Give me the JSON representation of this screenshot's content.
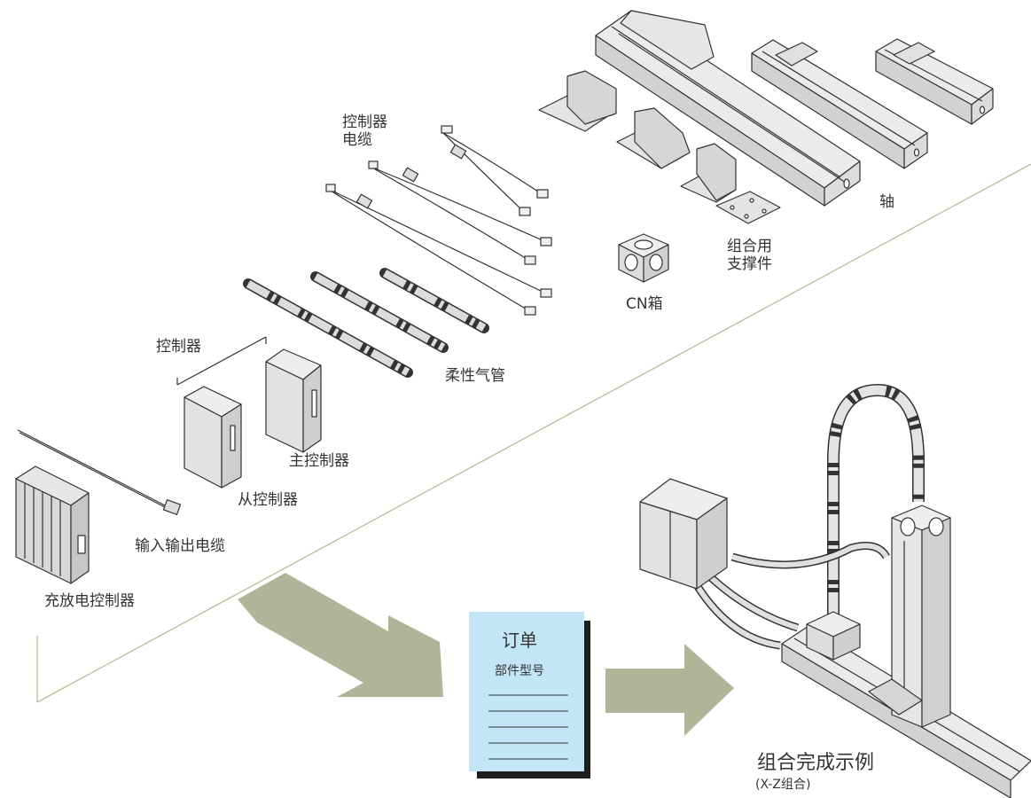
{
  "labels": {
    "controller_cable": [
      "控制器",
      "电缆"
    ],
    "axis": "轴",
    "combo_support": [
      "组合用",
      "支撑件"
    ],
    "cn_box": "CN箱",
    "flexible_tube": "柔性气管",
    "controller": "控制器",
    "master_controller": "主控制器",
    "slave_controller": "从控制器",
    "io_cable": "输入输出电缆",
    "charge_controller": "充放电控制器"
  },
  "order": {
    "title": "订单",
    "subtitle": "部件型号",
    "line_count": 5
  },
  "example": {
    "title": "组合完成示例",
    "subtitle": "(X-Z组合)"
  },
  "colors": {
    "arrow": "#b2b49a",
    "order_sheet": "#c3e6f6",
    "order_shadow": "#1e1e1e",
    "part_fill": "#e4e4e4",
    "part_dark": "#c8c8c8",
    "outline": "#333333",
    "frame_line": "#bfb998"
  }
}
